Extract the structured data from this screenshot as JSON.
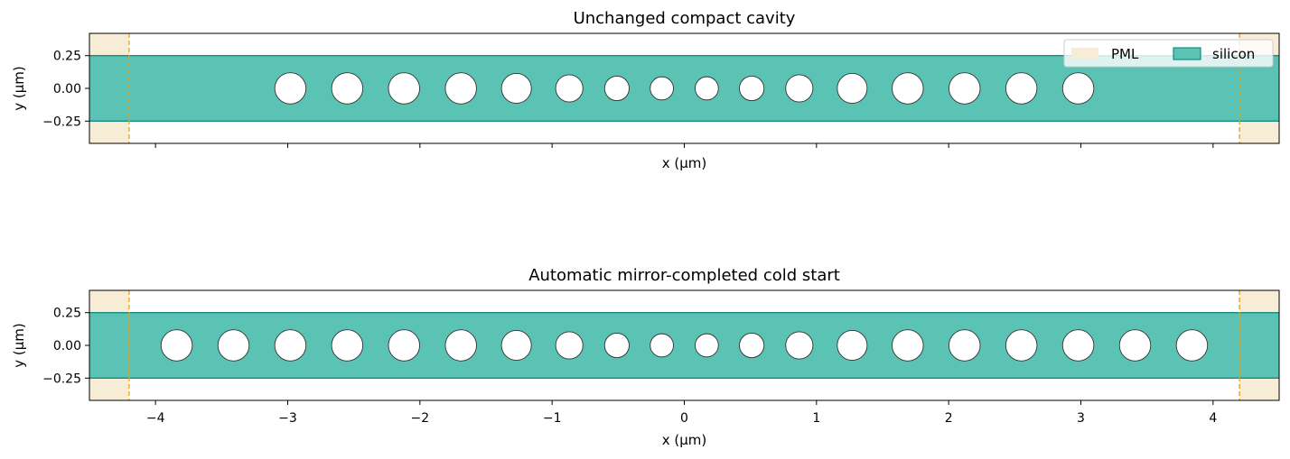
{
  "chart_data": [
    {
      "type": "scatter",
      "title": "Unchanged compact cavity",
      "xlabel": "x (μm)",
      "ylabel": "y (μm)",
      "xlim": [
        -4.5,
        4.5
      ],
      "ylim": [
        -0.42,
        0.42
      ],
      "show_x_tick_labels": false,
      "x_ticks": [
        -4,
        -3,
        -2,
        -1,
        0,
        1,
        2,
        3,
        4
      ],
      "y_ticks": [
        0.25,
        0.0,
        -0.25
      ],
      "y_tick_labels": [
        "0.25",
        "0.00",
        "−0.25"
      ],
      "waveguide": {
        "y_min": -0.25,
        "y_max": 0.25,
        "label": "silicon"
      },
      "pml": {
        "x_inner": 4.2,
        "label": "PML"
      },
      "legend": {
        "placement": "top-right",
        "entries": [
          "PML",
          "silicon"
        ]
      },
      "holes": [
        {
          "x": -2.98,
          "r": 0.118
        },
        {
          "x": -2.55,
          "r": 0.118
        },
        {
          "x": -2.12,
          "r": 0.118
        },
        {
          "x": -1.69,
          "r": 0.118
        },
        {
          "x": -1.27,
          "r": 0.113
        },
        {
          "x": -0.87,
          "r": 0.103
        },
        {
          "x": -0.51,
          "r": 0.093
        },
        {
          "x": -0.17,
          "r": 0.088
        },
        {
          "x": 0.17,
          "r": 0.088
        },
        {
          "x": 0.51,
          "r": 0.093
        },
        {
          "x": 0.87,
          "r": 0.103
        },
        {
          "x": 1.27,
          "r": 0.113
        },
        {
          "x": 1.69,
          "r": 0.118
        },
        {
          "x": 2.12,
          "r": 0.118
        },
        {
          "x": 2.55,
          "r": 0.118
        },
        {
          "x": 2.98,
          "r": 0.118
        }
      ]
    },
    {
      "type": "scatter",
      "title": "Automatic mirror-completed cold start",
      "xlabel": "x (μm)",
      "ylabel": "y (μm)",
      "xlim": [
        -4.5,
        4.5
      ],
      "ylim": [
        -0.42,
        0.42
      ],
      "show_x_tick_labels": true,
      "x_ticks": [
        -4,
        -3,
        -2,
        -1,
        0,
        1,
        2,
        3,
        4
      ],
      "x_tick_labels": [
        "−4",
        "−3",
        "−2",
        "−1",
        "0",
        "1",
        "2",
        "3",
        "4"
      ],
      "y_ticks": [
        0.25,
        0.0,
        -0.25
      ],
      "y_tick_labels": [
        "0.25",
        "0.00",
        "−0.25"
      ],
      "waveguide": {
        "y_min": -0.25,
        "y_max": 0.25
      },
      "pml": {
        "x_inner": 4.2
      },
      "holes": [
        {
          "x": -3.84,
          "r": 0.118
        },
        {
          "x": -3.41,
          "r": 0.118
        },
        {
          "x": -2.98,
          "r": 0.118
        },
        {
          "x": -2.55,
          "r": 0.118
        },
        {
          "x": -2.12,
          "r": 0.118
        },
        {
          "x": -1.69,
          "r": 0.118
        },
        {
          "x": -1.27,
          "r": 0.113
        },
        {
          "x": -0.87,
          "r": 0.103
        },
        {
          "x": -0.51,
          "r": 0.093
        },
        {
          "x": -0.17,
          "r": 0.088
        },
        {
          "x": 0.17,
          "r": 0.088
        },
        {
          "x": 0.51,
          "r": 0.093
        },
        {
          "x": 0.87,
          "r": 0.103
        },
        {
          "x": 1.27,
          "r": 0.113
        },
        {
          "x": 1.69,
          "r": 0.118
        },
        {
          "x": 2.12,
          "r": 0.118
        },
        {
          "x": 2.55,
          "r": 0.118
        },
        {
          "x": 2.98,
          "r": 0.118
        },
        {
          "x": 3.41,
          "r": 0.118
        },
        {
          "x": 3.84,
          "r": 0.118
        }
      ]
    }
  ],
  "colors": {
    "silicon_fill": "#5ac3b4",
    "silicon_edge": "#1a8a80",
    "pml_fill": "#f7ecd5",
    "pml_line": "#e0a020",
    "hole_fill": "#ffffff",
    "hole_edge": "#333333"
  }
}
